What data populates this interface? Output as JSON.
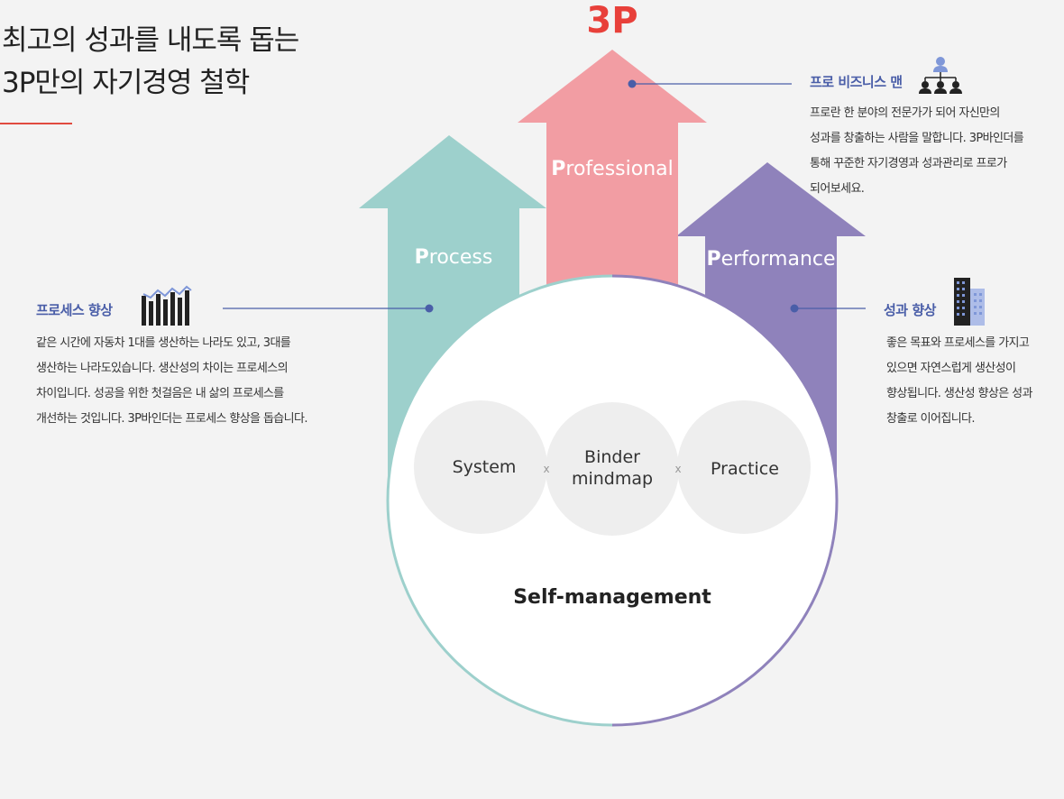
{
  "headline": {
    "lines": [
      "최고의 성과를 내도록 돕는",
      "3P만의 자기경영 철학"
    ]
  },
  "diagram": {
    "top_label": "3P",
    "arrows": {
      "process": {
        "initial": "P",
        "rest": "rocess"
      },
      "professional": {
        "initial": "P",
        "rest": "rofessional"
      },
      "performance": {
        "initial": "P",
        "rest": "erformance"
      }
    },
    "circles": {
      "system": {
        "lines": [
          "System"
        ]
      },
      "binder": {
        "lines": [
          "Binder",
          "mindmap"
        ]
      },
      "practice": {
        "lines": [
          "Practice"
        ]
      }
    },
    "separator": "x",
    "base_label": "Self-management",
    "colors": {
      "process": "#9dd0cc",
      "professional": "#f29da3",
      "performance": "#8f82bb",
      "top_label": "#e8403a",
      "accent": "#4a5ea8",
      "rule": "#e04a3f"
    }
  },
  "callouts": {
    "process": {
      "title": "프로세스 향상",
      "icon": "line-bar-chart-icon",
      "lines": [
        "같은 시간에 자동차 1대를 생산하는 나라도 있고, 3대를",
        "생산하는 나라도있습니다.  생산성의 차이는 프로세스의",
        "차이입니다.  성공을 위한 첫걸음은 내 삶의 프로세스를",
        "개선하는 것입니다.  3P바인더는 프로세스 향상을 돕습니다."
      ]
    },
    "professional": {
      "title": "프로 비즈니스 맨",
      "icon": "org-chart-icon",
      "lines": [
        "프로란 한 분야의 전문가가 되어 자신만의",
        "성과를 창출하는 사람을 말합니다. 3P바인더를",
        "통해 꾸준한 자기경영과 성과관리로 프로가",
        "되어보세요."
      ]
    },
    "performance": {
      "title": "성과 향상",
      "icon": "building-icon",
      "lines": [
        "좋은 목표와 프로세스를 가지고",
        "있으면 자연스럽게 생산성이",
        "향상됩니다. 생산성 향상은 성과",
        "창출로 이어집니다."
      ]
    }
  }
}
